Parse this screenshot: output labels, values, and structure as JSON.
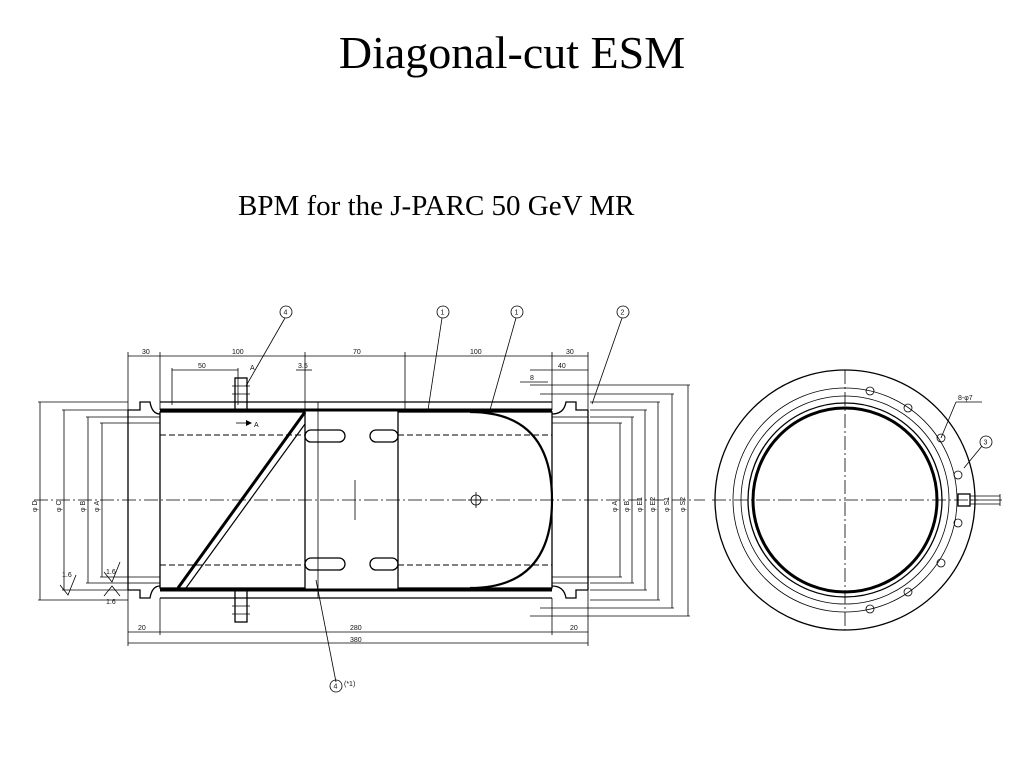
{
  "slide": {
    "title": "Diagonal-cut ESM",
    "subtitle": "BPM for the J-PARC 50 GeV MR"
  },
  "drawing": {
    "balloons": [
      "4",
      "1",
      "1",
      "2",
      "3",
      "4"
    ],
    "top_dimensions": [
      "30",
      "100",
      "50",
      "A",
      "70",
      "100",
      "30",
      "8",
      "40",
      "3.5"
    ],
    "bottom_dimensions": [
      "20",
      "280",
      "20",
      "380"
    ],
    "left_diameters": [
      "φ D",
      "φ C",
      "φ B",
      "φ A"
    ],
    "right_diameters": [
      "φ A",
      "φ B",
      "φ E1",
      "φ E2",
      "φ S1",
      "φ S2"
    ],
    "surface_marks": [
      "1.6",
      "1.6",
      "1.6"
    ],
    "section_mark": "A",
    "hole_note": "8-φ7",
    "balloon_note": "(*1)"
  }
}
